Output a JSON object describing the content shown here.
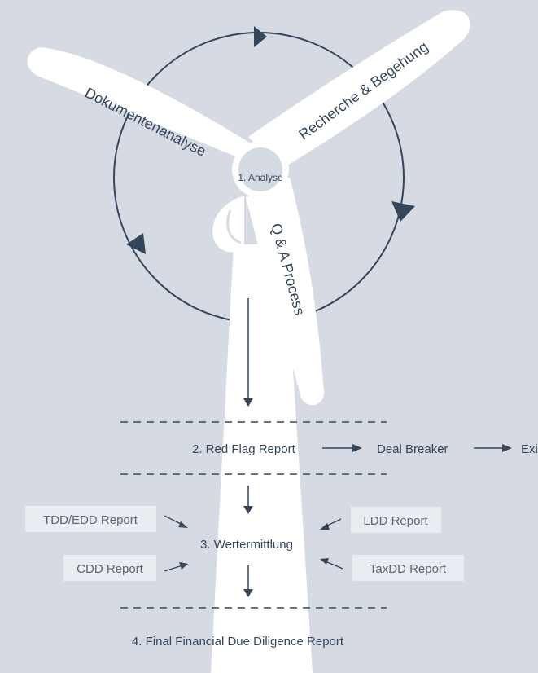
{
  "cycle": {
    "center_label": "1. Analyse",
    "blade_labels": [
      "Dokumentenanalyse",
      "Recherche & Begehung",
      "Q & A Process"
    ]
  },
  "flow": {
    "red_flag_label": "2. Red Flag Report",
    "deal_breaker_label": "Deal Breaker",
    "exit_label": "Exi",
    "valuation_label": "3. Wertermittlung",
    "final_label": "4. Final Financial Due Diligence Report"
  },
  "reports": {
    "left": [
      "TDD/EDD Report",
      "CDD Report"
    ],
    "right": [
      "LDD Report",
      "TaxDD Report"
    ]
  },
  "colors": {
    "background": "#d6dbe3",
    "shape": "#ffffff",
    "ink": "#34465a",
    "tag": "#e9ecf1"
  }
}
